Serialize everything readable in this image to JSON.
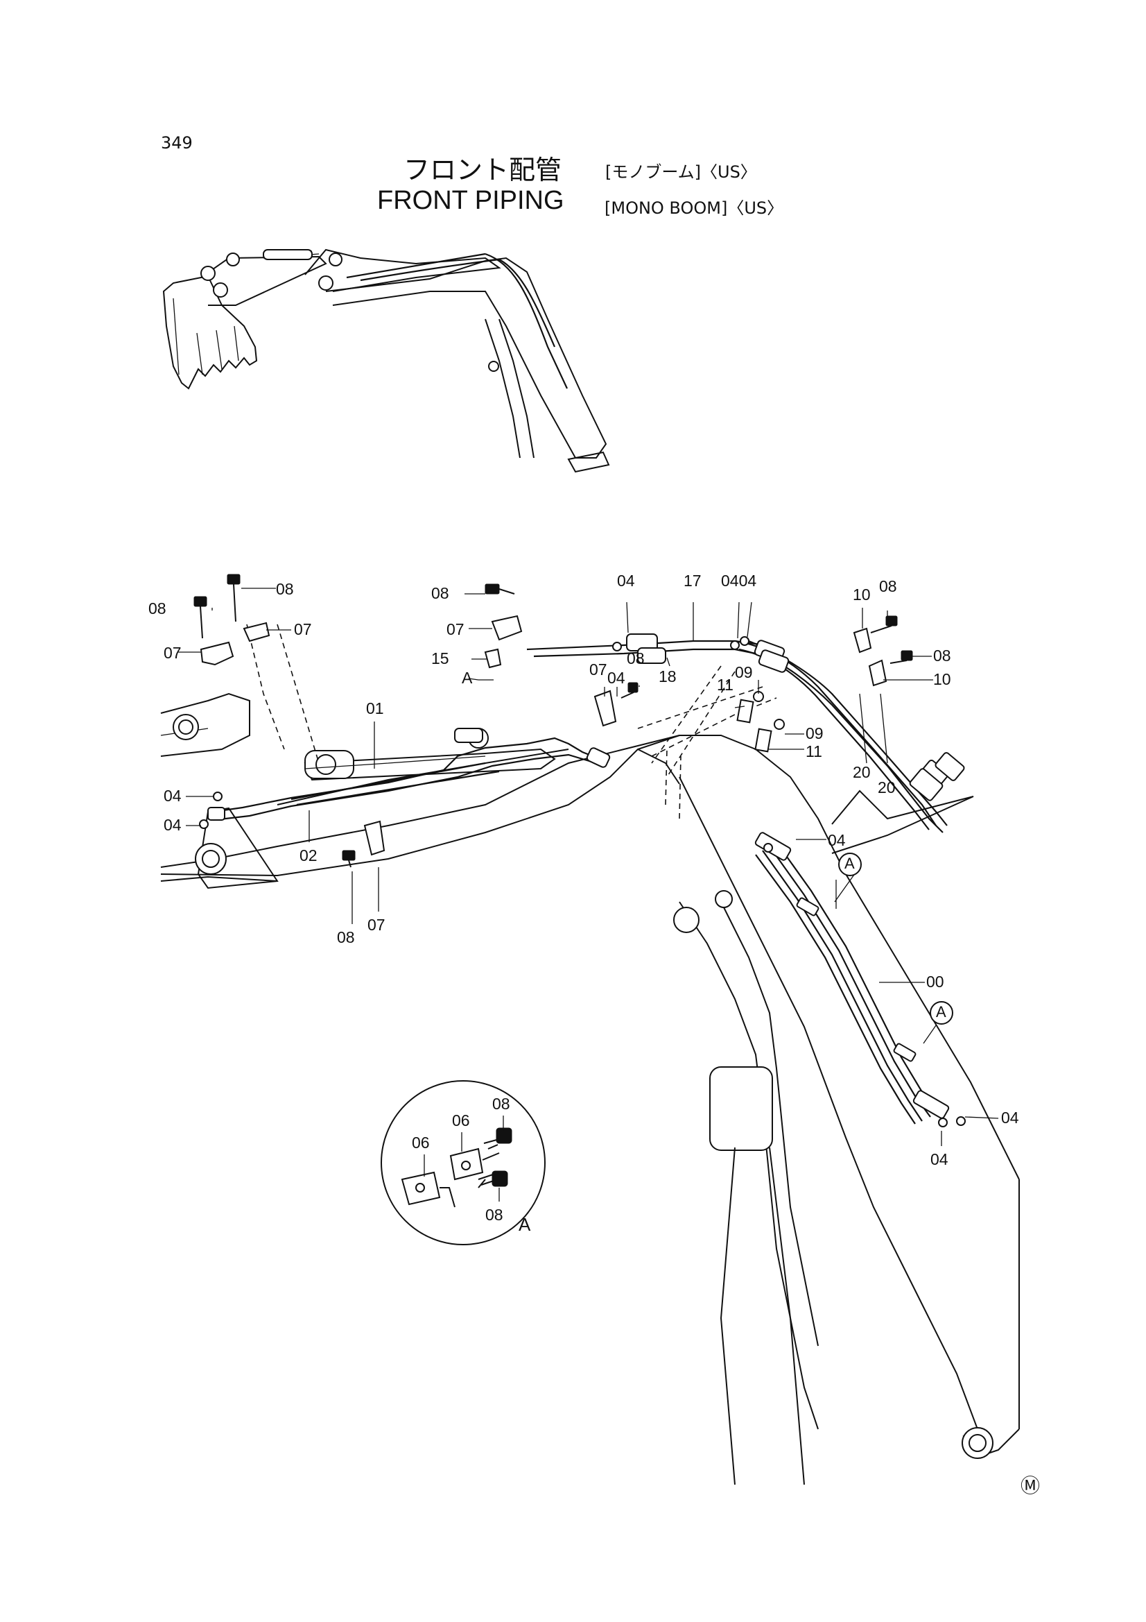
{
  "page_number": "349",
  "title_jp": "フロント配管",
  "title_jp_suffix": "[モノブーム]〈US〉",
  "title_en": "FRONT  PIPING",
  "title_en_suffix": "[MONO BOOM]〈US〉",
  "detail_view_label": "A",
  "mark_symbol": "Ⓜ",
  "callouts": [
    {
      "id": "c-08-top-left",
      "text": "08"
    },
    {
      "id": "c-08-top",
      "text": "08"
    },
    {
      "id": "c-07-left",
      "text": "07"
    },
    {
      "id": "c-07-top",
      "text": "07"
    },
    {
      "id": "c-08-mid",
      "text": "08"
    },
    {
      "id": "c-07-mid",
      "text": "07"
    },
    {
      "id": "c-15",
      "text": "15"
    },
    {
      "id": "c-a-ref",
      "text": "A"
    },
    {
      "id": "c-01",
      "text": "01"
    },
    {
      "id": "c-04-top",
      "text": "04"
    },
    {
      "id": "c-17",
      "text": "17"
    },
    {
      "id": "c-0404",
      "text": "0404"
    },
    {
      "id": "c-10-top",
      "text": "10"
    },
    {
      "id": "c-08-right-top",
      "text": "08"
    },
    {
      "id": "c-08-right",
      "text": "08"
    },
    {
      "id": "c-10-right",
      "text": "10"
    },
    {
      "id": "c-07-center",
      "text": "07"
    },
    {
      "id": "c-08-center",
      "text": "08"
    },
    {
      "id": "c-04-center",
      "text": "04"
    },
    {
      "id": "c-18",
      "text": "18"
    },
    {
      "id": "c-11-top",
      "text": "11"
    },
    {
      "id": "c-09-top",
      "text": "09"
    },
    {
      "id": "c-09-right",
      "text": "09"
    },
    {
      "id": "c-11-right",
      "text": "11"
    },
    {
      "id": "c-20-left",
      "text": "20"
    },
    {
      "id": "c-20-right",
      "text": "20"
    },
    {
      "id": "c-04-left-a",
      "text": "04"
    },
    {
      "id": "c-04-left-b",
      "text": "04"
    },
    {
      "id": "c-02",
      "text": "02"
    },
    {
      "id": "c-08-bottom",
      "text": "08"
    },
    {
      "id": "c-07-bottom",
      "text": "07"
    },
    {
      "id": "c-04-boom",
      "text": "04"
    },
    {
      "id": "c-00",
      "text": "00"
    },
    {
      "id": "c-04-lower-right",
      "text": "04"
    },
    {
      "id": "c-04-lower",
      "text": "04"
    },
    {
      "id": "c-06-left",
      "text": "06"
    },
    {
      "id": "c-06-right",
      "text": "06"
    },
    {
      "id": "c-08-detail-top",
      "text": "08"
    },
    {
      "id": "c-08-detail-bottom",
      "text": "08"
    }
  ],
  "section_markers": [
    {
      "id": "marker-a-upper",
      "text": "A"
    },
    {
      "id": "marker-a-lower",
      "text": "A"
    }
  ]
}
